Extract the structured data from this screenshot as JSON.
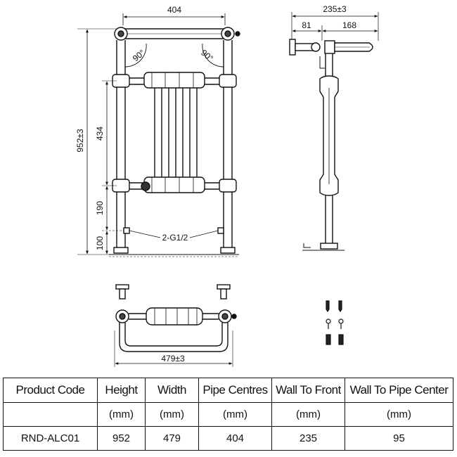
{
  "drawing": {
    "front": {
      "width_dim": "404",
      "height_dim": "952±3",
      "rail_gap_dim": "434",
      "low_gap_dim": "190",
      "floor_dim": "100",
      "angle_left": "90°",
      "angle_right": "90°",
      "connection_label": "2-G1/2"
    },
    "side": {
      "depth_dim": "235±3",
      "bracket_dim": "81",
      "pipe_dim": "168"
    },
    "plan": {
      "overall_width_dim": "479±3"
    }
  },
  "table": {
    "headers": [
      "Product Code",
      "Height",
      "Width",
      "Pipe Centres",
      "Wall To Front",
      "Wall To Pipe Center"
    ],
    "units": [
      "",
      "(mm)",
      "(mm)",
      "(mm)",
      "(mm)",
      "(mm)"
    ],
    "values": [
      "RND-ALC01",
      "952",
      "479",
      "404",
      "235",
      "95"
    ]
  }
}
